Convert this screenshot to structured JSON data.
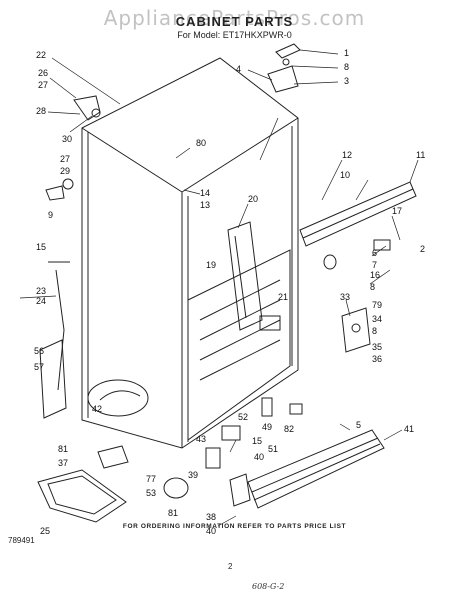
{
  "watermark": "AppliancePartsPros.com",
  "title": "CABINET PARTS",
  "model_line": "For Model: ET17HKXPWR-0",
  "footer_note": "FOR ORDERING INFORMATION REFER TO PARTS PRICE LIST",
  "diagram_code": "789491",
  "page_number": "2",
  "handwritten_note": "608-G-2",
  "part_labels": [
    "1",
    "8",
    "3",
    "4",
    "22",
    "26",
    "27",
    "28",
    "30",
    "80",
    "12",
    "11",
    "10",
    "27",
    "29",
    "9",
    "14",
    "13",
    "20",
    "17",
    "15",
    "23",
    "24",
    "6",
    "7",
    "16",
    "2",
    "8",
    "19",
    "21",
    "33",
    "79",
    "34",
    "8",
    "35",
    "36",
    "56",
    "57",
    "42",
    "52",
    "49",
    "82",
    "5",
    "41",
    "81",
    "37",
    "43",
    "15",
    "51",
    "40",
    "77",
    "53",
    "39",
    "81",
    "38",
    "40",
    "25"
  ]
}
